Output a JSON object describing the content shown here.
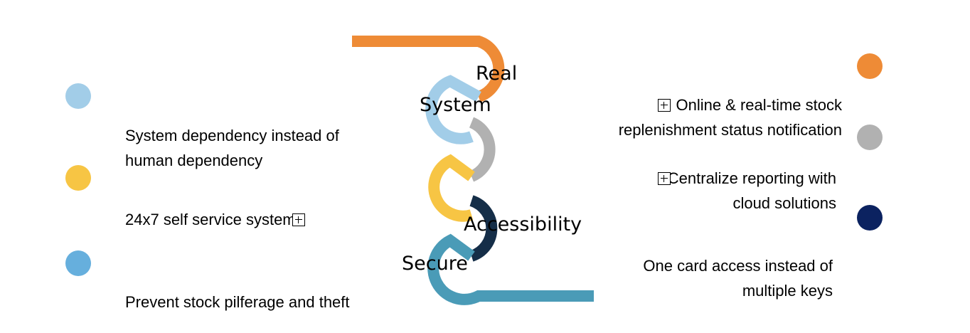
{
  "colors": {
    "orange": "#ee8b36",
    "light_blue": "#a2cde8",
    "gray": "#b1b1b1",
    "yellow": "#f7c544",
    "navy": "#152e48",
    "teal": "#4a9bb7",
    "medium_blue": "#66afdd",
    "dark_navy": "#0b2260"
  },
  "path_labels": {
    "real": "Real",
    "system": "System",
    "accessibility": "Accessibility",
    "secure": "Secure"
  },
  "left_items": [
    {
      "text_line1": "System dependency instead of",
      "text_line2": "human dependency"
    },
    {
      "text": "24x7 self service system"
    },
    {
      "text": "Prevent stock pilferage and theft"
    }
  ],
  "right_items": [
    {
      "text_line1": "Online & real-time stock",
      "text_line2": "replenishment status notification"
    },
    {
      "text_line1": "Centralize reporting with",
      "text_line2": "cloud solutions"
    },
    {
      "text_line1": "One card access instead of",
      "text_line2": "multiple keys"
    }
  ]
}
